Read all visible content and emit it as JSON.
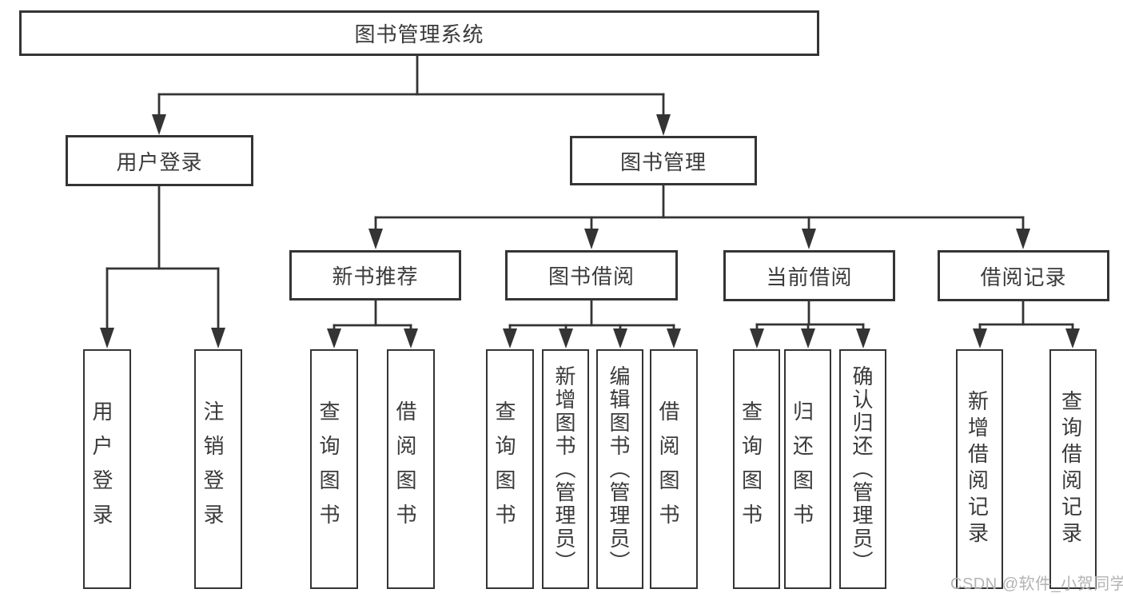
{
  "diagram": {
    "title": "图书管理系统",
    "colors": {
      "line": "#343434",
      "box_border": "#343434",
      "box_fill": "#ffffff",
      "text": "#3a3a3a",
      "background": "#ffffff",
      "watermark": "#b3b3b3"
    },
    "root": {
      "label": "图书管理系统"
    },
    "level2": [
      {
        "label": "用户登录"
      },
      {
        "label": "图书管理"
      }
    ],
    "level3": [
      {
        "label": "新书推荐"
      },
      {
        "label": "图书借阅"
      },
      {
        "label": "当前借阅"
      },
      {
        "label": "借阅记录"
      }
    ],
    "leaves": {
      "user_login": [
        {
          "label": "用户登录"
        },
        {
          "label": "注销登录"
        }
      ],
      "new_book_recommend": [
        {
          "label": "查询图书"
        },
        {
          "label": "借阅图书"
        }
      ],
      "book_borrow": [
        {
          "label": "查询图书"
        },
        {
          "label": "新增图书（管理员）"
        },
        {
          "label": "编辑图书（管理员）"
        },
        {
          "label": "借阅图书"
        }
      ],
      "current_borrow": [
        {
          "label": "查询图书"
        },
        {
          "label": "归还图书"
        },
        {
          "label": "确认归还（管理员）"
        }
      ],
      "borrow_records": [
        {
          "label": "新增借阅记录"
        },
        {
          "label": "查询借阅记录"
        }
      ]
    }
  },
  "watermark": {
    "text": "CSDN @软件_小贺同学"
  }
}
